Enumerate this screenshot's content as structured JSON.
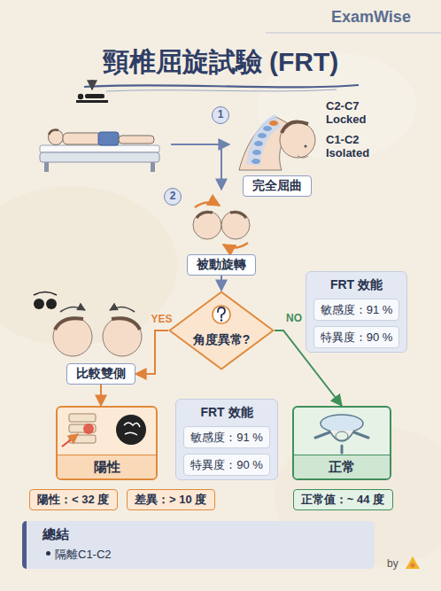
{
  "diagram": {
    "title": "頸椎屈旋試驗 (FRT)",
    "nodes": [
      {
        "text": [
          "1"
        ]
      },
      {
        "text": [
          "完全屈曲"
        ]
      },
      {
        "text": [
          "2"
        ]
      },
      {
        "text": [
          "被動旋轉"
        ]
      },
      {
        "text": [
          "角度異常?"
        ]
      },
      {
        "text": [
          "FRT 效能"
        ]
      },
      {
        "text": [
          "敏感度：91 %"
        ],
        "in": 5
      },
      {
        "text": [
          "特異度：90 %"
        ],
        "in": 5
      },
      {
        "text": [
          "比較雙側"
        ]
      },
      {
        "text": [
          "FRT 效能"
        ]
      },
      {
        "text": [
          "敏感度：91 %"
        ],
        "in": 9
      },
      {
        "text": [
          "特異度：90 %"
        ],
        "in": 9
      },
      {
        "text": [
          "陽性"
        ]
      },
      {
        "text": [
          "正常"
        ]
      },
      {
        "text": [
          "陽性：< 32 度"
        ]
      },
      {
        "text": [
          "差異：> 10 度"
        ]
      },
      {
        "text": [
          "正常值：~ 44 度"
        ]
      },
      {
        "text": [
          "總結",
          "隔離C1-C2"
        ]
      }
    ],
    "edges": [
      {
        "from": 3,
        "to": 4,
        "arrow": "to"
      },
      {
        "from": 4,
        "to": 8,
        "label": "YES",
        "arrow": "to"
      },
      {
        "from": 4,
        "to": 13,
        "label": "NO",
        "arrow": "to"
      },
      {
        "from": 8,
        "to": 12,
        "arrow": "to"
      }
    ],
    "labels": [
      "ExamWise",
      "C2-C7 Locked",
      "C1-C2 Isolated",
      "by"
    ]
  }
}
